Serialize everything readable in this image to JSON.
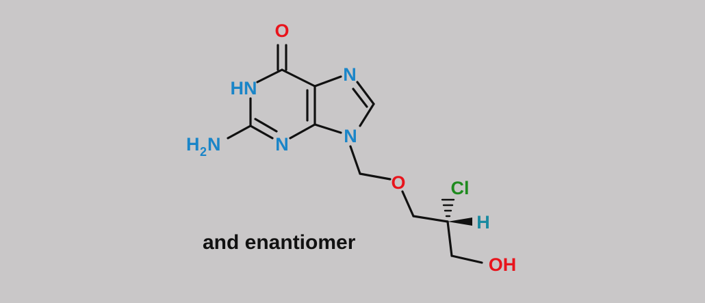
{
  "colors": {
    "background": "#c9c7c8",
    "bond": "#111111",
    "oxygen": "#e8141c",
    "nitrogen": "#1a85c8",
    "chlorine": "#1f8a1f",
    "hydrogen": "#1a8aa0",
    "caption": "#111111"
  },
  "atoms": {
    "o_carbonyl": "O",
    "nh": "HN",
    "amine_h": "H",
    "amine_sub": "2",
    "amine_n": "N",
    "n3": "N",
    "n7": "N",
    "n9": "N",
    "o_ether": "O",
    "cl": "Cl",
    "h_stereo": "H",
    "oh": "OH"
  },
  "caption": "and enantiomer"
}
